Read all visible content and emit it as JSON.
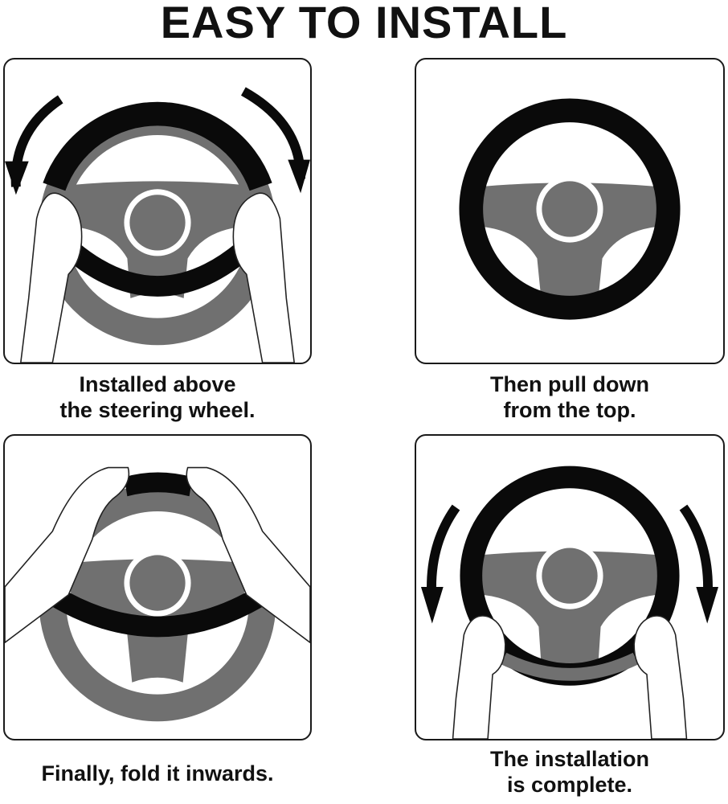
{
  "title": "EASY TO INSTALL",
  "steps": [
    {
      "caption": "Installed above\nthe steering wheel.",
      "illustration": "steering-wheel-cover-top"
    },
    {
      "caption": "Then pull down\nfrom the top.",
      "illustration": "steering-wheel-covered"
    },
    {
      "caption": "Finally, fold it inwards.",
      "illustration": "steering-wheel-fold-inward"
    },
    {
      "caption": "The installation\nis complete.",
      "illustration": "steering-wheel-complete"
    }
  ],
  "colors": {
    "wheel_gray": "#707070",
    "cover_black": "#0a0a0a",
    "border": "#1a1a1a"
  }
}
